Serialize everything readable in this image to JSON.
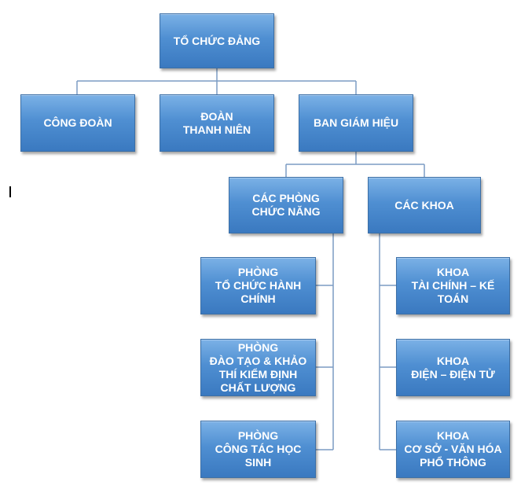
{
  "org": {
    "to_chuc_dang": [
      "TỔ CHỨC ĐẢNG"
    ],
    "cong_doan": [
      "CÔNG ĐOÀN"
    ],
    "doan_thanh_nien": [
      "ĐOÀN",
      "THANH NIÊN"
    ],
    "ban_giam_hieu": [
      "BAN GIÁM HIỆU"
    ],
    "cac_phong": [
      "CÁC PHÒNG",
      "CHỨC NĂNG"
    ],
    "cac_khoa": [
      "CÁC KHOA"
    ],
    "phong_tchc": [
      "PHÒNG",
      "TỔ CHỨC HÀNH",
      "CHÍNH"
    ],
    "phong_dt": [
      "PHÒNG",
      "ĐÀO TẠO & KHẢO",
      "THÍ KIỂM ĐỊNH",
      "CHẤT LƯỢNG"
    ],
    "phong_cths": [
      "PHÒNG",
      "CÔNG TÁC HỌC",
      "SINH"
    ],
    "khoa_tckt": [
      "KHOA",
      "TÀI CHÍNH – KẾ",
      "TOÁN"
    ],
    "khoa_ddt": [
      "KHOA",
      "ĐIỆN – ĐIỆN TỬ"
    ],
    "khoa_cs": [
      "KHOA",
      "CƠ SỞ - VĂN HÓA",
      "PHỔ THÔNG"
    ]
  },
  "colors": {
    "box_top": "#7bb1e6",
    "box_bottom": "#3a79c0",
    "connector": "#7c9cc4",
    "text": "#ffffff"
  }
}
